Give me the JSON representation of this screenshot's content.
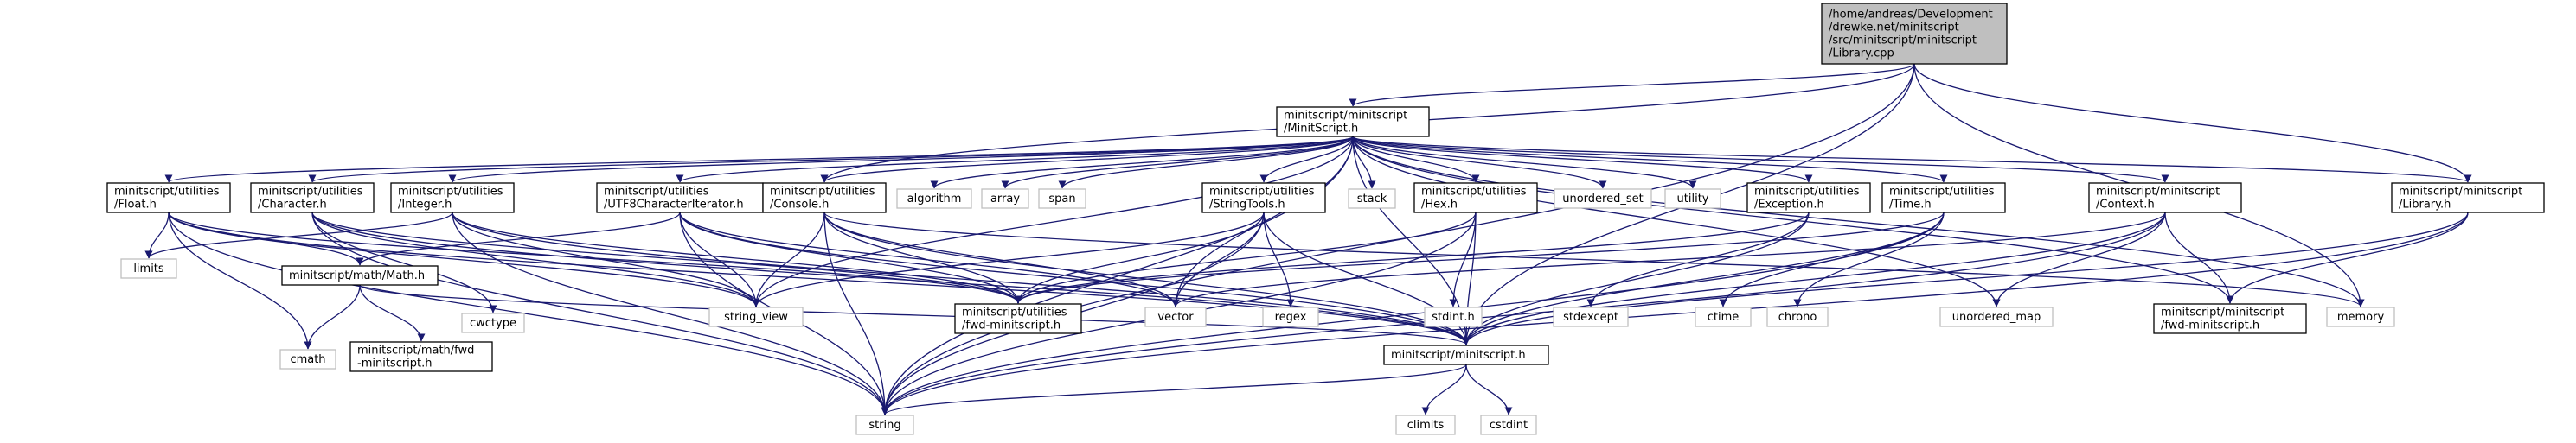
{
  "colors": {
    "root_fill": "#bfbfbf",
    "root_stroke": "#000000",
    "header_fill": "#ffffff",
    "header_stroke": "#000000",
    "system_stroke": "#bfbfbf",
    "edge": "#191970"
  },
  "nodes": [
    {
      "id": "root",
      "kind": "root",
      "lines": [
        "/home/andreas/Development",
        "/drewke.net/minitscript",
        "/src/minitscript/minitscript",
        "/Library.cpp"
      ]
    },
    {
      "id": "minitscript_h_top",
      "kind": "header",
      "lines": [
        "minitscript/minitscript",
        "/MinitScript.h"
      ]
    },
    {
      "id": "float_h",
      "kind": "header",
      "lines": [
        "minitscript/utilities",
        "/Float.h"
      ]
    },
    {
      "id": "character_h",
      "kind": "header",
      "lines": [
        "minitscript/utilities",
        "/Character.h"
      ]
    },
    {
      "id": "integer_h",
      "kind": "header",
      "lines": [
        "minitscript/utilities",
        "/Integer.h"
      ]
    },
    {
      "id": "utf8_h",
      "kind": "header",
      "lines": [
        "minitscript/utilities",
        "/UTF8CharacterIterator.h"
      ]
    },
    {
      "id": "console_h",
      "kind": "header",
      "lines": [
        "minitscript/utilities",
        "/Console.h"
      ]
    },
    {
      "id": "algorithm",
      "kind": "system",
      "lines": [
        "algorithm"
      ]
    },
    {
      "id": "array",
      "kind": "system",
      "lines": [
        "array"
      ]
    },
    {
      "id": "span",
      "kind": "system",
      "lines": [
        "span"
      ]
    },
    {
      "id": "stringtools_h",
      "kind": "header",
      "lines": [
        "minitscript/utilities",
        "/StringTools.h"
      ]
    },
    {
      "id": "stack",
      "kind": "system",
      "lines": [
        "stack"
      ]
    },
    {
      "id": "hex_h",
      "kind": "header",
      "lines": [
        "minitscript/utilities",
        "/Hex.h"
      ]
    },
    {
      "id": "unordered_set",
      "kind": "system",
      "lines": [
        "unordered_set"
      ]
    },
    {
      "id": "utility",
      "kind": "system",
      "lines": [
        "utility"
      ]
    },
    {
      "id": "exception_h",
      "kind": "header",
      "lines": [
        "minitscript/utilities",
        "/Exception.h"
      ]
    },
    {
      "id": "time_h",
      "kind": "header",
      "lines": [
        "minitscript/utilities",
        "/Time.h"
      ]
    },
    {
      "id": "context_h",
      "kind": "header",
      "lines": [
        "minitscript/minitscript",
        "/Context.h"
      ]
    },
    {
      "id": "library_h",
      "kind": "header",
      "lines": [
        "minitscript/minitscript",
        "/Library.h"
      ]
    },
    {
      "id": "limits",
      "kind": "system",
      "lines": [
        "limits"
      ]
    },
    {
      "id": "math_h",
      "kind": "header",
      "lines": [
        "minitscript/math/Math.h"
      ]
    },
    {
      "id": "cwctype",
      "kind": "system",
      "lines": [
        "cwctype"
      ]
    },
    {
      "id": "string_view",
      "kind": "system",
      "lines": [
        "string_view"
      ]
    },
    {
      "id": "fwd_utilities_h",
      "kind": "header",
      "lines": [
        "minitscript/utilities",
        "/fwd-minitscript.h"
      ]
    },
    {
      "id": "vector",
      "kind": "system",
      "lines": [
        "vector"
      ]
    },
    {
      "id": "regex",
      "kind": "system",
      "lines": [
        "regex"
      ]
    },
    {
      "id": "stdint_h",
      "kind": "system",
      "lines": [
        "stdint.h"
      ]
    },
    {
      "id": "stdexcept",
      "kind": "system",
      "lines": [
        "stdexcept"
      ]
    },
    {
      "id": "ctime",
      "kind": "system",
      "lines": [
        "ctime"
      ]
    },
    {
      "id": "chrono",
      "kind": "system",
      "lines": [
        "chrono"
      ]
    },
    {
      "id": "unordered_map",
      "kind": "system",
      "lines": [
        "unordered_map"
      ]
    },
    {
      "id": "fwd_minitscript_h",
      "kind": "header",
      "lines": [
        "minitscript/minitscript",
        "/fwd-minitscript.h"
      ]
    },
    {
      "id": "memory",
      "kind": "system",
      "lines": [
        "memory"
      ]
    },
    {
      "id": "cmath",
      "kind": "system",
      "lines": [
        "cmath"
      ]
    },
    {
      "id": "fwd_math_h",
      "kind": "header",
      "lines": [
        "minitscript/math/fwd",
        "-minitscript.h"
      ]
    },
    {
      "id": "minitscript_h",
      "kind": "header",
      "lines": [
        "minitscript/minitscript.h"
      ]
    },
    {
      "id": "string",
      "kind": "system",
      "lines": [
        "string"
      ]
    },
    {
      "id": "climits",
      "kind": "system",
      "lines": [
        "climits"
      ]
    },
    {
      "id": "cstdint",
      "kind": "system",
      "lines": [
        "cstdint"
      ]
    }
  ],
  "edges": [
    [
      "root",
      "minitscript_h_top"
    ],
    [
      "root",
      "console_h"
    ],
    [
      "root",
      "library_h"
    ],
    [
      "root",
      "string"
    ],
    [
      "root",
      "memory"
    ],
    [
      "root",
      "minitscript_h"
    ],
    [
      "minitscript_h_top",
      "float_h"
    ],
    [
      "minitscript_h_top",
      "character_h"
    ],
    [
      "minitscript_h_top",
      "integer_h"
    ],
    [
      "minitscript_h_top",
      "utf8_h"
    ],
    [
      "minitscript_h_top",
      "console_h"
    ],
    [
      "minitscript_h_top",
      "algorithm"
    ],
    [
      "minitscript_h_top",
      "array"
    ],
    [
      "minitscript_h_top",
      "span"
    ],
    [
      "minitscript_h_top",
      "stringtools_h"
    ],
    [
      "minitscript_h_top",
      "stack"
    ],
    [
      "minitscript_h_top",
      "hex_h"
    ],
    [
      "minitscript_h_top",
      "unordered_set"
    ],
    [
      "minitscript_h_top",
      "utility"
    ],
    [
      "minitscript_h_top",
      "exception_h"
    ],
    [
      "minitscript_h_top",
      "time_h"
    ],
    [
      "minitscript_h_top",
      "context_h"
    ],
    [
      "minitscript_h_top",
      "library_h"
    ],
    [
      "minitscript_h_top",
      "string_view"
    ],
    [
      "minitscript_h_top",
      "vector"
    ],
    [
      "minitscript_h_top",
      "unordered_map"
    ],
    [
      "minitscript_h_top",
      "fwd_minitscript_h"
    ],
    [
      "minitscript_h_top",
      "memory"
    ],
    [
      "minitscript_h_top",
      "minitscript_h"
    ],
    [
      "minitscript_h_top",
      "string"
    ],
    [
      "float_h",
      "limits"
    ],
    [
      "float_h",
      "math_h"
    ],
    [
      "float_h",
      "string_view"
    ],
    [
      "float_h",
      "fwd_utilities_h"
    ],
    [
      "float_h",
      "minitscript_h"
    ],
    [
      "float_h",
      "cmath"
    ],
    [
      "float_h",
      "string"
    ],
    [
      "character_h",
      "cwctype"
    ],
    [
      "character_h",
      "string_view"
    ],
    [
      "character_h",
      "fwd_utilities_h"
    ],
    [
      "character_h",
      "minitscript_h"
    ],
    [
      "character_h",
      "string"
    ],
    [
      "integer_h",
      "limits"
    ],
    [
      "integer_h",
      "string_view"
    ],
    [
      "integer_h",
      "fwd_utilities_h"
    ],
    [
      "integer_h",
      "minitscript_h"
    ],
    [
      "integer_h",
      "string"
    ],
    [
      "utf8_h",
      "math_h"
    ],
    [
      "utf8_h",
      "string_view"
    ],
    [
      "utf8_h",
      "fwd_utilities_h"
    ],
    [
      "utf8_h",
      "minitscript_h"
    ],
    [
      "utf8_h",
      "string"
    ],
    [
      "utf8_h",
      "vector"
    ],
    [
      "console_h",
      "string_view"
    ],
    [
      "console_h",
      "fwd_utilities_h"
    ],
    [
      "console_h",
      "minitscript_h"
    ],
    [
      "console_h",
      "vector"
    ],
    [
      "console_h",
      "memory"
    ],
    [
      "console_h",
      "string"
    ],
    [
      "stringtools_h",
      "string_view"
    ],
    [
      "stringtools_h",
      "fwd_utilities_h"
    ],
    [
      "stringtools_h",
      "vector"
    ],
    [
      "stringtools_h",
      "regex"
    ],
    [
      "stringtools_h",
      "minitscript_h"
    ],
    [
      "stringtools_h",
      "string"
    ],
    [
      "hex_h",
      "fwd_utilities_h"
    ],
    [
      "hex_h",
      "stdint_h"
    ],
    [
      "hex_h",
      "minitscript_h"
    ],
    [
      "hex_h",
      "string"
    ],
    [
      "exception_h",
      "fwd_utilities_h"
    ],
    [
      "exception_h",
      "stdexcept"
    ],
    [
      "exception_h",
      "minitscript_h"
    ],
    [
      "time_h",
      "fwd_utilities_h"
    ],
    [
      "time_h",
      "ctime"
    ],
    [
      "time_h",
      "chrono"
    ],
    [
      "time_h",
      "minitscript_h"
    ],
    [
      "time_h",
      "string"
    ],
    [
      "context_h",
      "vector"
    ],
    [
      "context_h",
      "unordered_map"
    ],
    [
      "context_h",
      "fwd_minitscript_h"
    ],
    [
      "context_h",
      "minitscript_h"
    ],
    [
      "context_h",
      "string"
    ],
    [
      "library_h",
      "fwd_minitscript_h"
    ],
    [
      "library_h",
      "minitscript_h"
    ],
    [
      "library_h",
      "string"
    ],
    [
      "math_h",
      "cmath"
    ],
    [
      "math_h",
      "fwd_math_h"
    ],
    [
      "math_h",
      "minitscript_h"
    ],
    [
      "minitscript_h",
      "string"
    ],
    [
      "minitscript_h",
      "climits"
    ],
    [
      "minitscript_h",
      "cstdint"
    ]
  ]
}
